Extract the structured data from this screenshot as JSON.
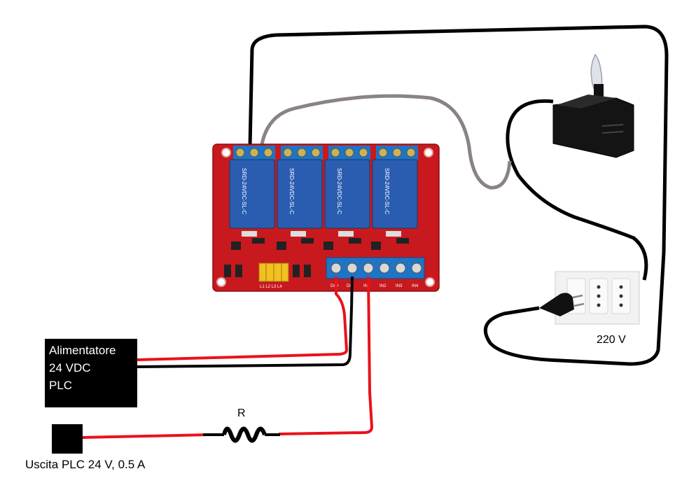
{
  "power_supply": {
    "line1": "Alimentatore",
    "line2": "24 VDC",
    "line3": "PLC"
  },
  "plc_output": {
    "label": "Uscita PLC 24 V, 0.5 A"
  },
  "resistor": {
    "label": "R"
  },
  "mains": {
    "label": "220 V"
  },
  "relay_board": {
    "relays": [
      "SRD-24VDC-SL-C",
      "SRD-24VDC-SL-C",
      "SRD-24VDC-SL-C",
      "SRD-24VDC-SL-C"
    ],
    "input_terminals": [
      "DC+",
      "DC-",
      "IN1",
      "IN2",
      "IN3",
      "IN4"
    ],
    "jumper_labels": "L1 L2 L3 L4"
  },
  "colors": {
    "wire_red": "#e8121b",
    "wire_black": "#000000",
    "wire_gray": "#8a8384",
    "board_red": "#c8191e",
    "relay_blue": "#2a5db0",
    "terminal_blue": "#1f74c4"
  }
}
